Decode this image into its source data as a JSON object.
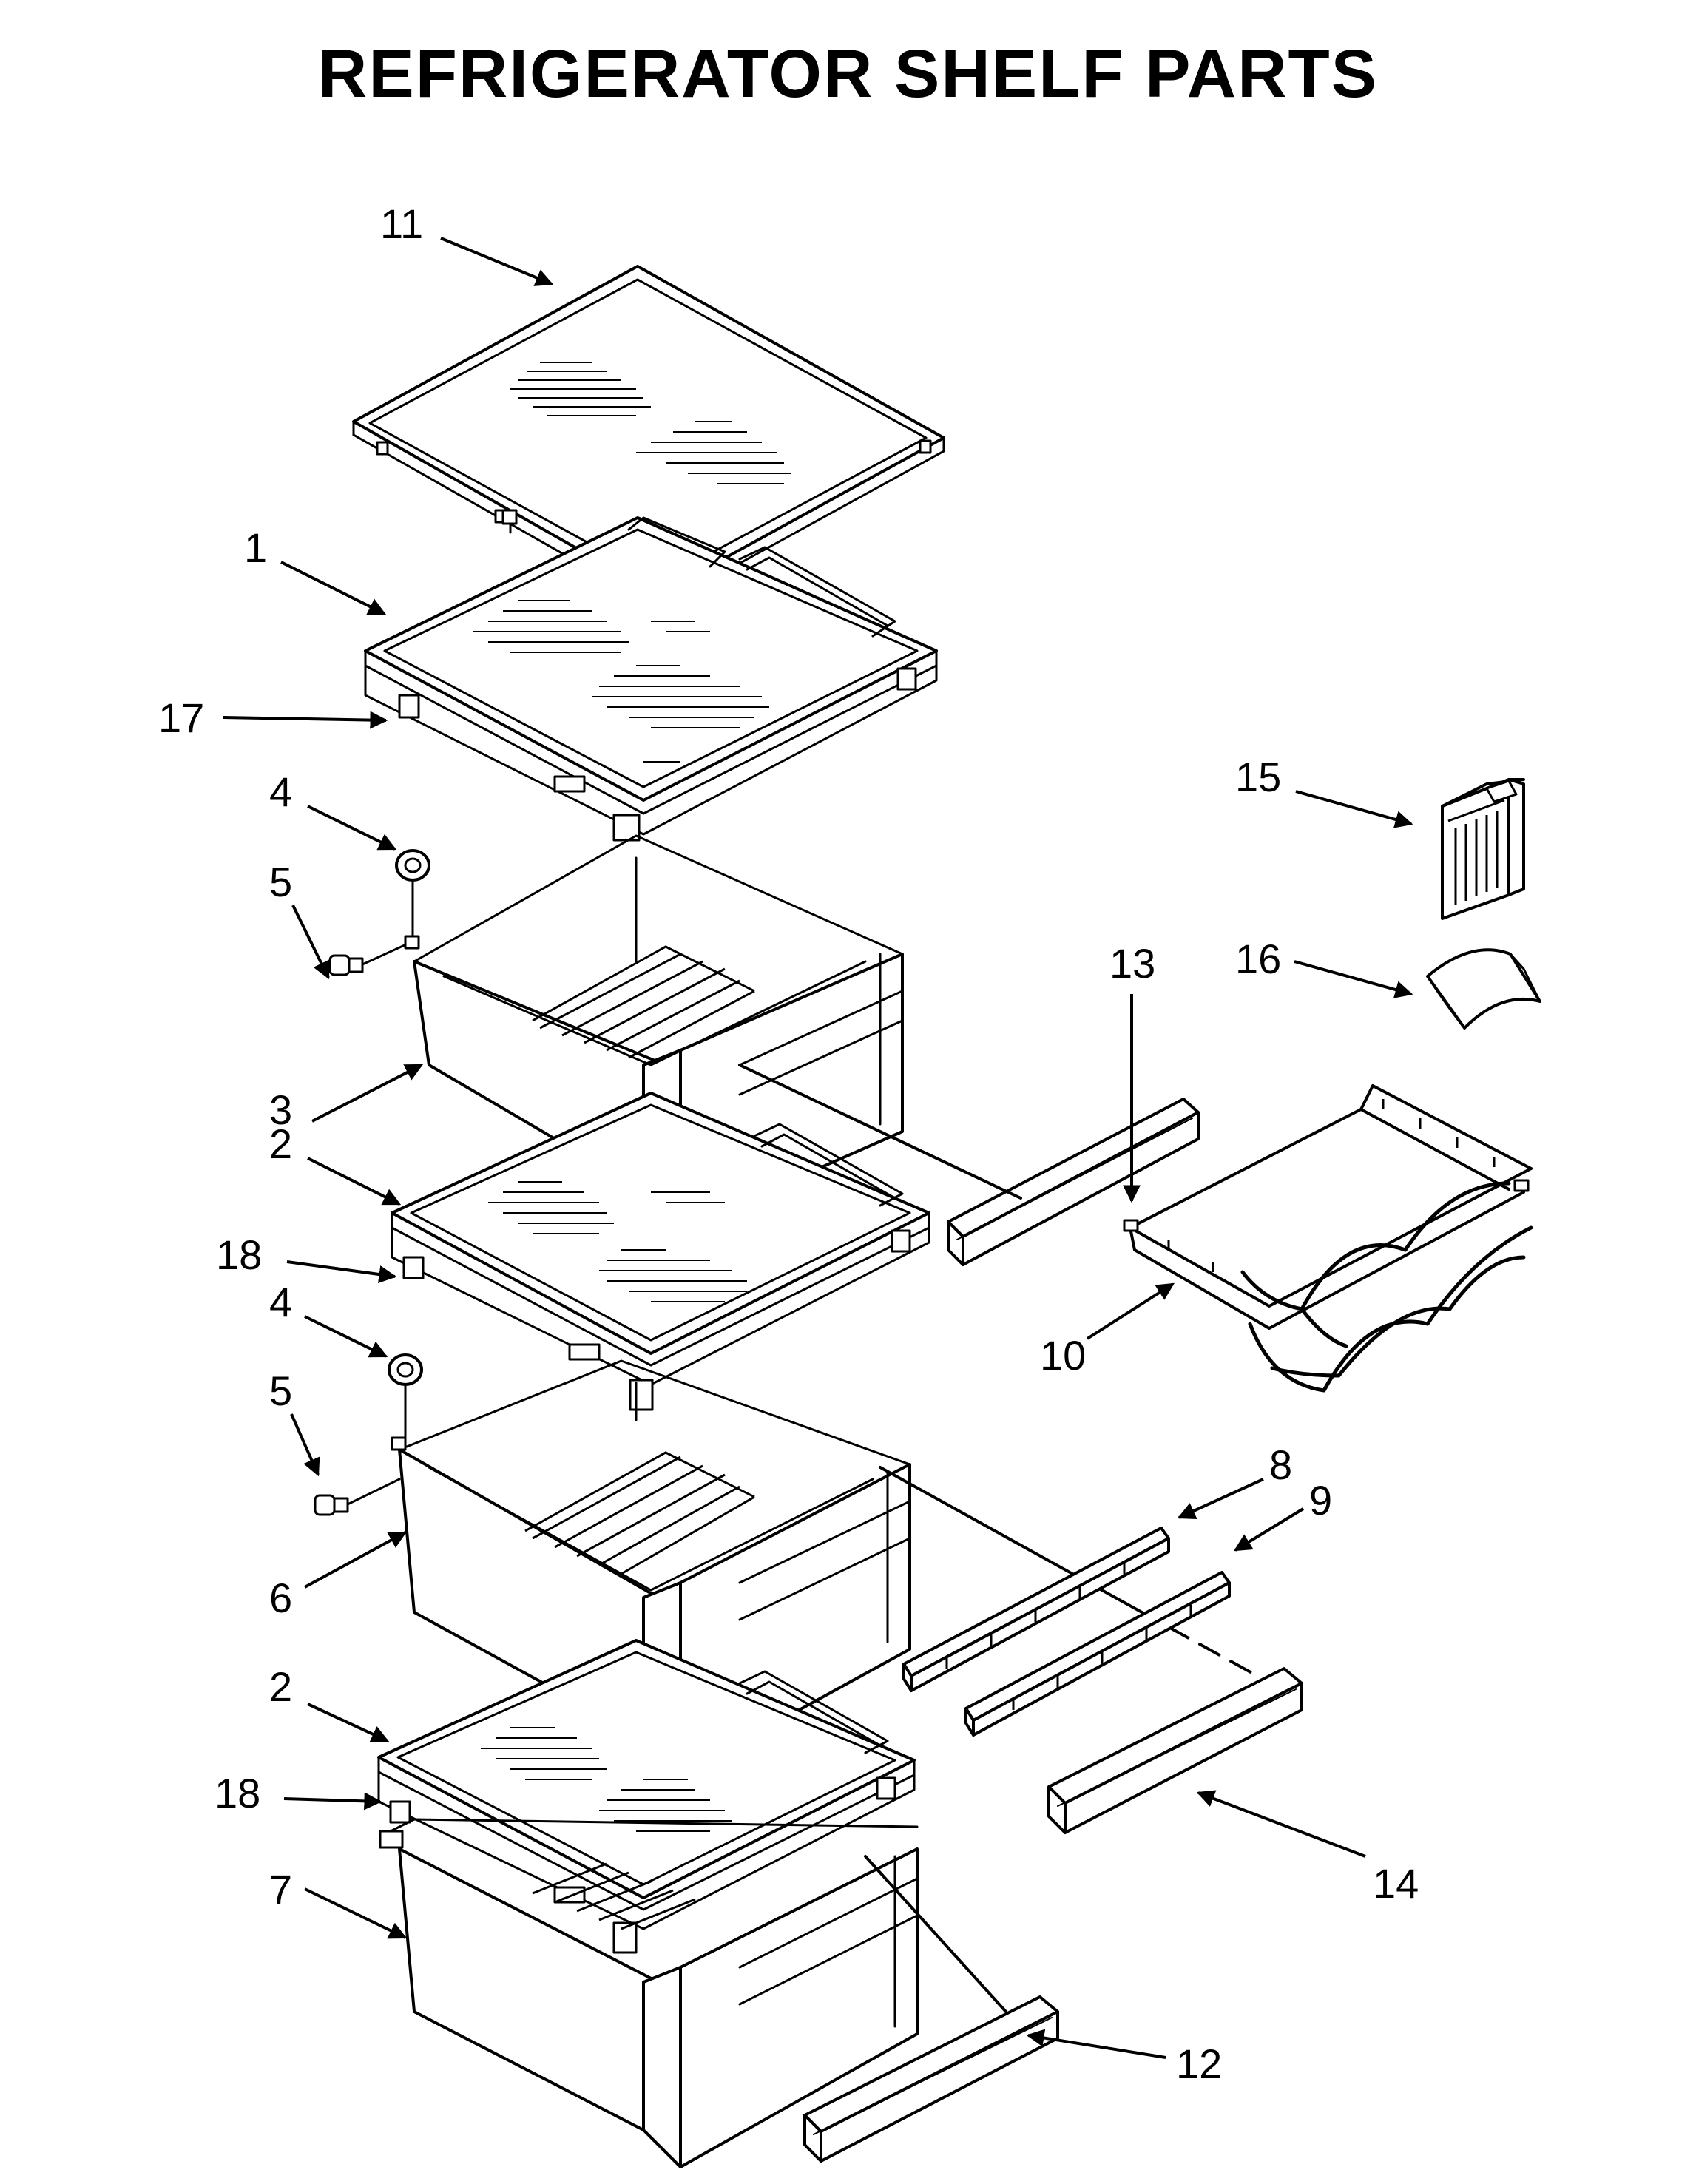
{
  "title": "REFRIGERATOR SHELF PARTS",
  "colors": {
    "ink": "#000000",
    "background": "#ffffff"
  },
  "callouts": {
    "c11": "11",
    "c1": "1",
    "c17": "17",
    "c15": "15",
    "c4a": "4",
    "c5a": "5",
    "c13": "13",
    "c16": "16",
    "c3": "3",
    "c2a": "2",
    "c18a": "18",
    "c10": "10",
    "c4b": "4",
    "c5b": "5",
    "c8": "8",
    "c9": "9",
    "c6": "6",
    "c2b": "2",
    "c18b": "18",
    "c14": "14",
    "c7": "7",
    "c12": "12"
  }
}
